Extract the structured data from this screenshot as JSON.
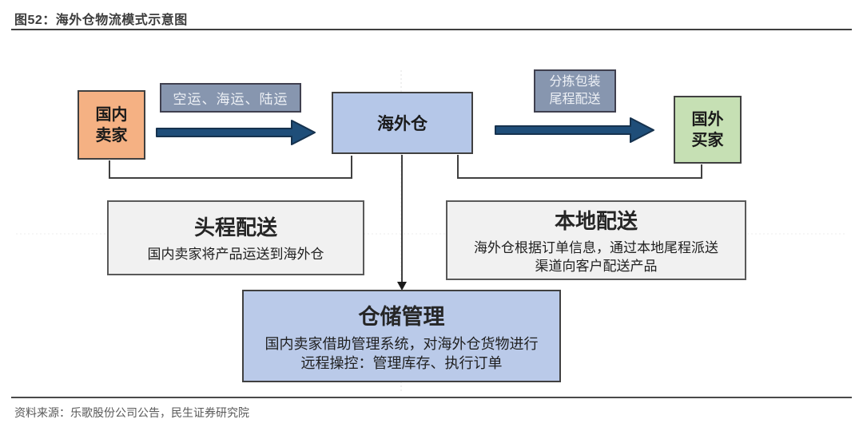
{
  "page": {
    "title": "图52：海外仓物流模式示意图",
    "source": "资料来源：乐歌股份公司公告，民生证券研究院"
  },
  "diagram": {
    "nodes": {
      "domestic_seller": {
        "line1": "国内",
        "line2": "卖家",
        "color": "#F5B183"
      },
      "overseas_warehouse": {
        "label": "海外仓",
        "color": "#B5C7E8"
      },
      "foreign_buyer": {
        "line1": "国外",
        "line2": "买家",
        "color": "#C6E0B4"
      }
    },
    "edge_labels": {
      "transport_modes": "空运、海运、陆运",
      "sorting_line1": "分拣包装",
      "sorting_line2": "尾程配送",
      "label_bg_color": "#8796AF",
      "arrow_color": "#1F4E79"
    },
    "process_boxes": {
      "first_leg": {
        "title": "头程配送",
        "desc": "国内卖家将产品运送到海外仓",
        "bg_color": "#F1F1F1"
      },
      "local_delivery": {
        "title": "本地配送",
        "desc_line1": "海外仓根据订单信息，通过本地尾程派送",
        "desc_line2": "渠道向客户配送产品",
        "bg_color": "#F1F1F1"
      },
      "warehouse_mgmt": {
        "title": "仓储管理",
        "desc_line1": "国内卖家借助管理系统，对海外仓货物进行",
        "desc_line2": "远程操控：管理库存、执行订单",
        "bg_color": "#BACAE9"
      }
    }
  }
}
